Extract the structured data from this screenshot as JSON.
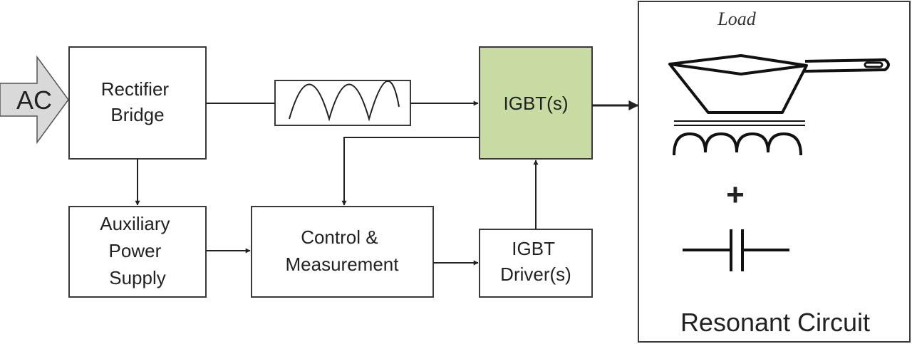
{
  "colors": {
    "igbt_fill": "#c7dba2",
    "ac_arrow_fill": "#d9d9d9",
    "line": "#222222",
    "box_stroke": "#3a3a3a"
  },
  "input": {
    "label": "AC"
  },
  "blocks": {
    "rectifier": [
      "Rectifier",
      "Bridge"
    ],
    "igbt": [
      "IGBT(s)"
    ],
    "aux_supply": [
      "Auxiliary",
      "Power",
      "Supply"
    ],
    "control": [
      "Control &",
      "Measurement"
    ],
    "igbt_driver": [
      "IGBT",
      "Driver(s)"
    ]
  },
  "resonant": {
    "load_label": "Load",
    "plus": "+",
    "title": "Resonant Circuit"
  },
  "icons": [
    "ac-input-arrow-icon",
    "rectified-waveform-icon",
    "pan-load-icon",
    "coil-inductor-icon",
    "capacitor-icon"
  ]
}
